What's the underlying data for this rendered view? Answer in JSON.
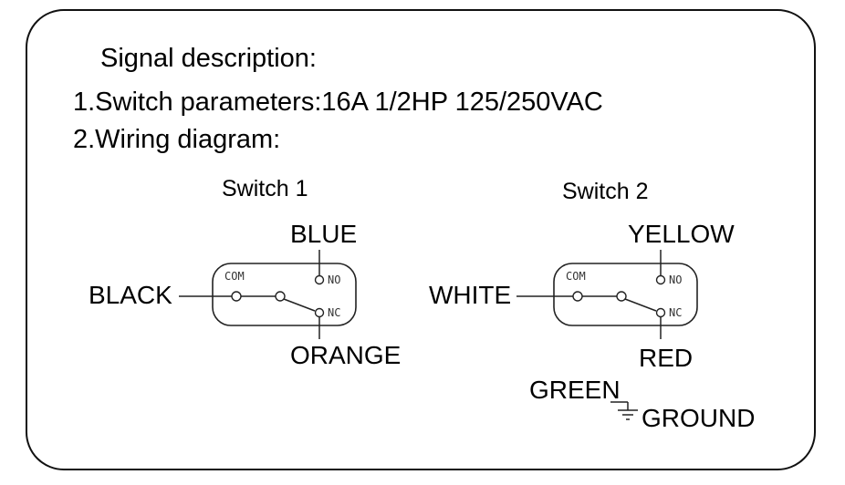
{
  "header": {
    "title": "Signal description:",
    "line1": "1.Switch parameters:16A 1/2HP 125/250VAC",
    "line2": "2.Wiring diagram:"
  },
  "switch1": {
    "title": "Switch 1",
    "terminals": {
      "com": "COM",
      "no": "NO",
      "nc": "NC"
    },
    "wires": {
      "top": "BLUE",
      "left": "BLACK",
      "bottom": "ORANGE"
    }
  },
  "switch2": {
    "title": "Switch 2",
    "terminals": {
      "com": "COM",
      "no": "NO",
      "nc": "NC"
    },
    "wires": {
      "top": "YELLOW",
      "left": "WHITE",
      "bottom": "RED"
    }
  },
  "ground": {
    "wire": "GREEN",
    "label": "GROUND"
  },
  "colors": {
    "ink": "#111111",
    "background": "#ffffff"
  }
}
